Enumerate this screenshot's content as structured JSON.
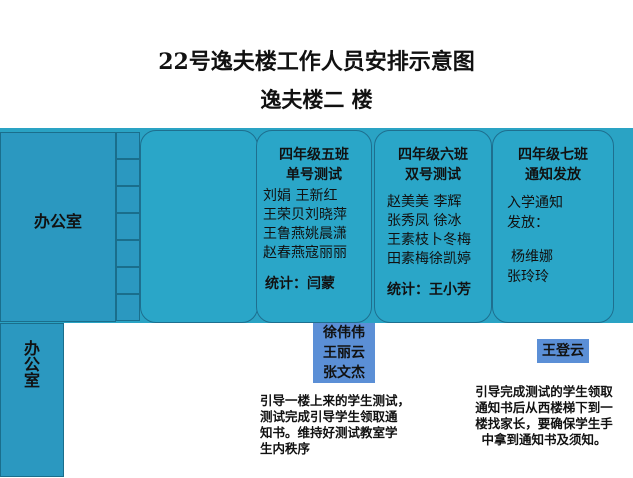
{
  "title": "22号逸夫楼工作人员安排示意图",
  "subtitle": "逸夫楼二 楼",
  "offices": [
    "办公室",
    "办公室"
  ],
  "rooms": [
    {
      "title_lines": [
        "四年级五班",
        "单号测试"
      ],
      "names": [
        "刘娟    王新红",
        "王荣贝刘晓萍",
        "王鲁燕姚晨潇",
        "赵春燕寇丽丽"
      ],
      "stat": "统计：闫蒙"
    },
    {
      "title_lines": [
        "四年级六班",
        "双号测试"
      ],
      "names": [
        "赵美美 李辉",
        "张秀凤 徐冰",
        "王素枝卜冬梅",
        "田素梅徐凯婷"
      ],
      "stat": "统计：王小芳"
    },
    {
      "title_lines": [
        "四年级七班",
        "通知发放"
      ],
      "names": [
        "入学通知",
        "发放：",
        "杨维娜",
        "张玲玲"
      ]
    }
  ],
  "notes": {
    "left_box": [
      "徐伟伟",
      "王丽云",
      "张文杰"
    ],
    "right_box": "王登云",
    "left_desc": [
      "引导一楼上来的学生测试，",
      "测试完成引导学生领取通",
      "知书。维持好测试教室学",
      "生内秩序"
    ],
    "right_desc": [
      "引导完成测试的学生领取",
      "通知书后从西楼梯下到一",
      "楼找家长，要确保学生手",
      "中拿到通知书及须知。"
    ]
  },
  "colors": {
    "room": "#2aa6c8",
    "note_box": "#5b8fd6"
  }
}
